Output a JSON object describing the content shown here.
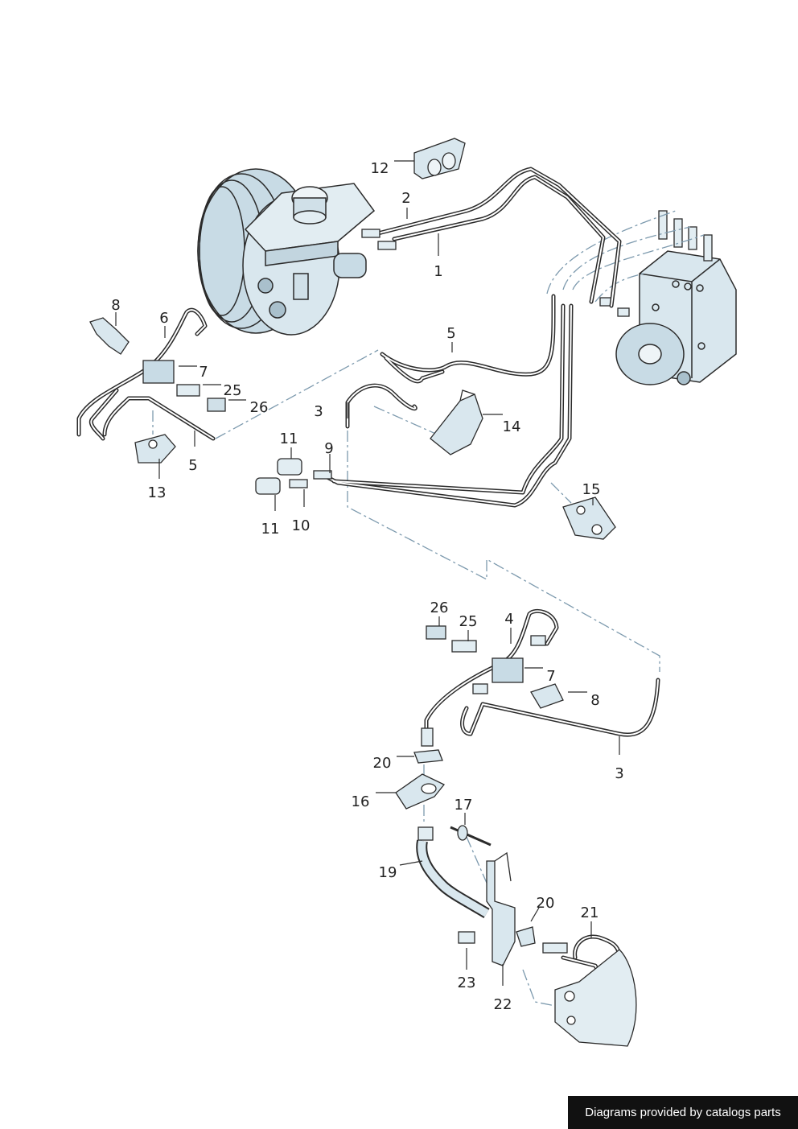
{
  "colors": {
    "line": "#2b2b2b",
    "dash": "#7d9aae",
    "part_fill": "#d9e7ee",
    "part_shade": "#a9c0cc",
    "credit_bg": "#111111"
  },
  "callouts": {
    "c12": "12",
    "c2": "2",
    "c1": "1",
    "c8a": "8",
    "c6": "6",
    "c7a": "7",
    "c25a": "25",
    "c26a": "26",
    "c5a": "5",
    "c5b": "5",
    "c13": "13",
    "c3a": "3",
    "c14": "14",
    "c11a": "11",
    "c9": "9",
    "c11b": "11",
    "c10": "10",
    "c15": "15",
    "c26b": "26",
    "c25b": "25",
    "c4": "4",
    "c7b": "7",
    "c8b": "8",
    "c3b": "3",
    "c20a": "20",
    "c16": "16",
    "c17": "17",
    "c19": "19",
    "c20b": "20",
    "c21": "21",
    "c23": "23",
    "c22": "22"
  },
  "credit_text": "Diagrams provided by catalogs parts"
}
